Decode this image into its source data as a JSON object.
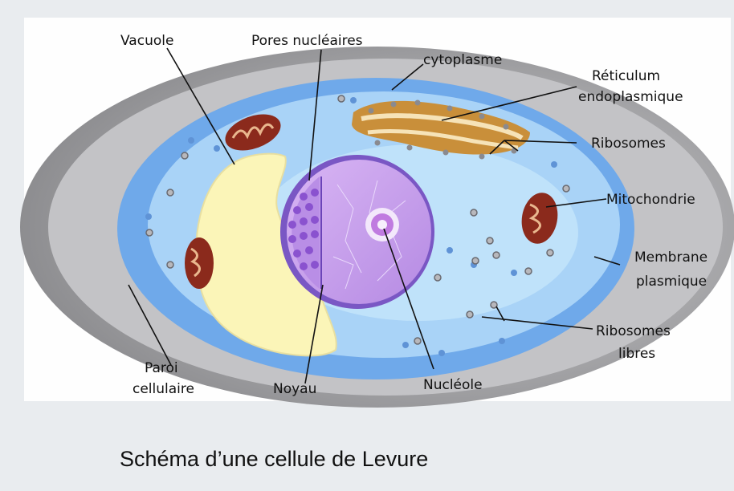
{
  "labels": {
    "vacuole": "Vacuole",
    "pores": "Pores nucléaires",
    "cytoplasme": "cytoplasme",
    "reticulum_1": "Réticulum",
    "reticulum_2": "endoplasmique",
    "ribosomes": "Ribosomes",
    "mitochondrie": "Mitochondrie",
    "membrane_1": "Membrane",
    "membrane_2": "plasmique",
    "ribosomes_libres_1": "Ribosomes",
    "ribosomes_libres_2": "libres",
    "paroi_1": "Paroi",
    "paroi_2": "cellulaire",
    "noyau": "Noyau",
    "nucleole": "Nucléole"
  },
  "caption": "Schéma d’une cellule de Levure",
  "colors": {
    "cell_wall": "#a8a8ab",
    "cytoplasm_outer": "#7fb6ee",
    "cytoplasm_inner": "#bfe2fa",
    "vacuole": "#fbf5b8",
    "nucleus": "#c9a2ec",
    "nucleus_pores": "#9b66d4",
    "reticulum": "#c98f3a",
    "mitochondria": "#8b2a1c"
  }
}
